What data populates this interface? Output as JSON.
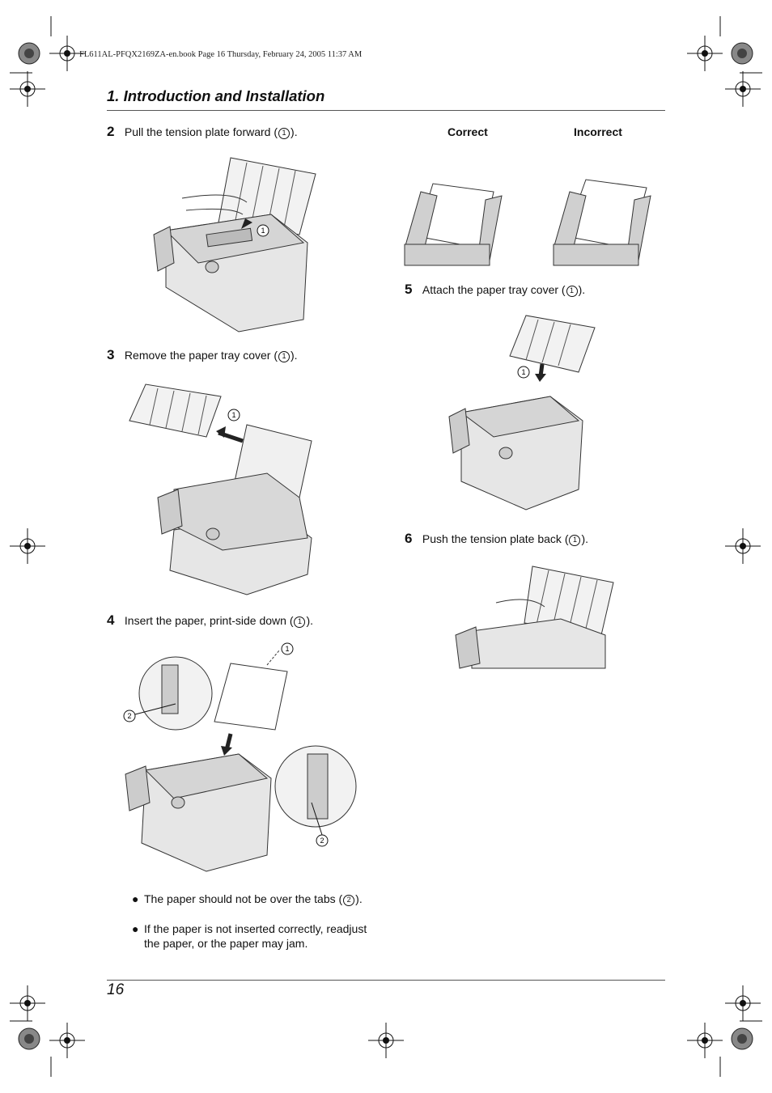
{
  "print_header": "FL611AL-PFQX2169ZA-en.book  Page 16  Thursday, February 24, 2005  11:37 AM",
  "section_title": "1. Introduction and Installation",
  "steps": [
    {
      "num": "2",
      "before": "Pull the tension plate forward (",
      "marker": "1",
      "after": ")."
    },
    {
      "num": "3",
      "before": "Remove the paper tray cover (",
      "marker": "1",
      "after": ")."
    },
    {
      "num": "4",
      "before": "Insert the paper, print-side down (",
      "marker": "1",
      "after": ")."
    },
    {
      "num": "5",
      "before": "Attach the paper tray cover (",
      "marker": "1",
      "after": ")."
    },
    {
      "num": "6",
      "before": "Push the tension plate back (",
      "marker": "1",
      "after": ")."
    }
  ],
  "comparison": {
    "correct": "Correct",
    "incorrect": "Incorrect"
  },
  "notes": [
    {
      "bullet": "●",
      "before": "The paper should not be over the tabs (",
      "marker": "2",
      "after": ")."
    },
    {
      "bullet": "●",
      "text": "If the paper is not inserted correctly, readjust the paper, or the paper may jam."
    }
  ],
  "callouts": {
    "one": "1",
    "two": "2"
  },
  "page_number": "16"
}
